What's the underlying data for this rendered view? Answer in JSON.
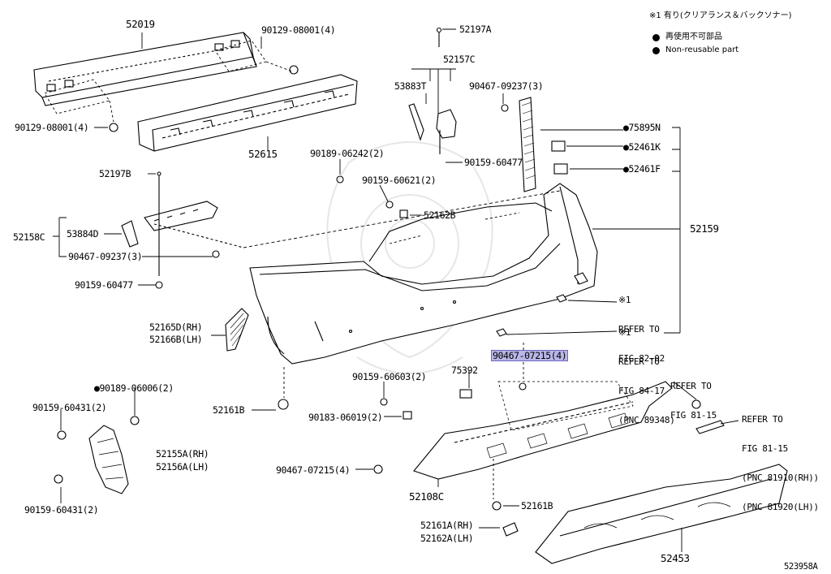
{
  "legend": {
    "note": "※1 有り(クリアランス＆バックソナー)",
    "ja": "再使用不可部品",
    "en": "Non-reusable part"
  },
  "labels": {
    "p52019": "52019",
    "p90129_08001a": "90129-08001(4)",
    "p90129_08001b": "90129-08001(4)",
    "p52615": "52615",
    "p52197a": "52197A",
    "p52157c": "52157C",
    "p53883t": "53883T",
    "p90467_09237a": "90467-09237(3)",
    "p90159_60477a": "90159-60477",
    "p75895n": "●75895N",
    "p52461k": "●52461K",
    "p52461f": "●52461F",
    "p90189_06242": "90189-06242(2)",
    "p90159_60621": "90159-60621(2)",
    "p52162b": "52162B",
    "p52197b": "52197B",
    "p52158c": "52158C",
    "p53884d": "53884D",
    "p90467_09237b": "90467-09237(3)",
    "p90159_60477b": "90159-60477",
    "p52159": "52159",
    "p52165d": "52165D(RH)",
    "p52166b": "52166B(LH)",
    "p90467_07215a": "90467-07215(4)",
    "p75392": "75392",
    "p90159_60603": "90159-60603(2)",
    "p90189_06006": "●90189-06006(2)",
    "p90159_60431a": "90159-60431(2)",
    "p52161b_a": "52161B",
    "p90183_06019": "90183-06019(2)",
    "p52155a": "52155A(RH)",
    "p52156a": "52156A(LH)",
    "p90467_07215b": "90467-07215(4)",
    "p52108c": "52108C",
    "p52161b_b": "52161B",
    "p90159_60431b": "90159-60431(2)",
    "p52161a": "52161A(RH)",
    "p52162a": "52162A(LH)",
    "p52453": "52453",
    "figno": "523958A"
  },
  "refs": {
    "r1": [
      "※1",
      "REFER TO",
      "FIG 82-02"
    ],
    "r2": [
      "※1",
      "REFER TO",
      "FIG 84-17",
      "(PNC 89348)"
    ],
    "r3": [
      "REFER TO",
      "FIG 81-15"
    ],
    "r4": [
      "REFER TO",
      "FIG 81-15",
      "(PNC 81910(RH))",
      "(PNC 81920(LH))"
    ]
  }
}
